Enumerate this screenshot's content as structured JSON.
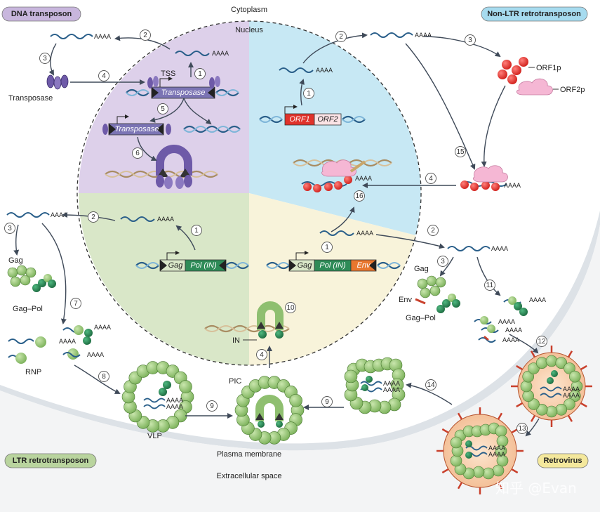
{
  "panels": {
    "dna_transposon": "DNA transposon",
    "non_ltr": "Non-LTR retrotransposon",
    "ltr": "LTR retrotransposon",
    "retrovirus": "Retrovirus"
  },
  "compartments": {
    "cytoplasm": "Cytoplasm",
    "nucleus": "Nucleus",
    "plasma_membrane": "Plasma membrane",
    "extracellular": "Extracellular space"
  },
  "labels": {
    "transposase": "Transposase",
    "tss": "TSS",
    "orf1p": "ORF1p",
    "orf2p": "ORF2p",
    "gag_left": "Gag",
    "gag_pol_left": "Gag–Pol",
    "rnp": "RNP",
    "vlp": "VLP",
    "pic": "PIC",
    "in": "IN",
    "gag_right": "Gag",
    "env": "Env",
    "gag_pol_right": "Gag–Pol",
    "polya": "AAAA"
  },
  "genes": {
    "transposase": "Transposase",
    "orf1": "ORF1",
    "orf2": "ORF2",
    "gag": "Gag",
    "pol": "Pol (IN)",
    "env": "Env"
  },
  "steps": [
    "1",
    "2",
    "3",
    "4",
    "5",
    "6",
    "7",
    "8",
    "9",
    "10",
    "11",
    "12",
    "13",
    "14",
    "15",
    "16"
  ],
  "watermark": "知乎 @Evan",
  "colors": {
    "dna_purple": "#d9c9e6",
    "non_ltr_blue": "#bfe4f2",
    "ltr_green": "#d5e4c4",
    "retro_yellow": "#f7f2d6",
    "cell_gray": "#eaedf0",
    "gag_green": "#9dc97a",
    "pol_green": "#2e8b57",
    "orf1_red": "#e0322b",
    "env_orange": "#e8772e",
    "transposase_purple": "#7b74b4",
    "retrovirus_peach": "#f5c9a6"
  }
}
